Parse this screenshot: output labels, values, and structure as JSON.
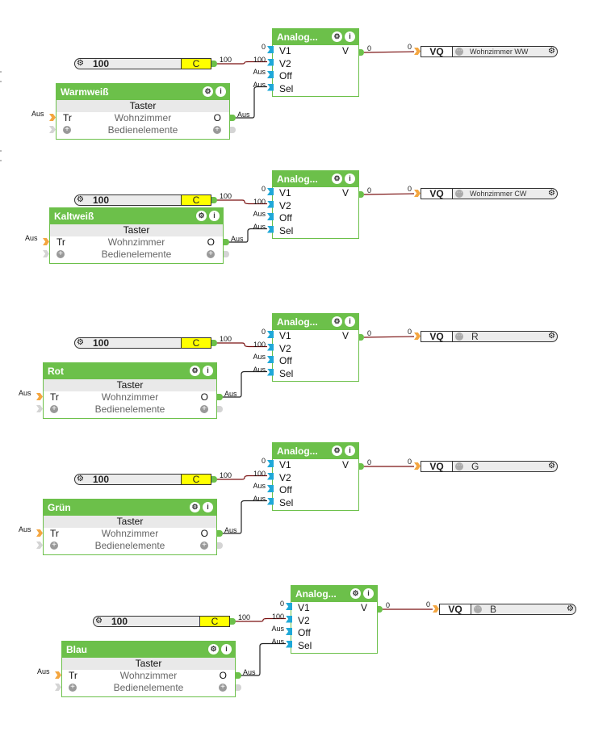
{
  "groups": [
    {
      "taster": {
        "title": "Warmweiß",
        "type": "Taster",
        "room": "Wohnzimmer",
        "section": "Bedienelemente",
        "in_label": "Tr",
        "out_label": "O",
        "in_value": "Aus",
        "out_value": "Aus"
      },
      "constant": {
        "value": "100",
        "type_label": "C",
        "out_value": "100"
      },
      "analog": {
        "title": "Analog...",
        "inputs": [
          {
            "name": "V1",
            "value": "0"
          },
          {
            "name": "V2",
            "value": "100"
          },
          {
            "name": "Off",
            "value": "Aus"
          },
          {
            "name": "Sel",
            "value": "Aus"
          }
        ],
        "output": "V",
        "out_value": "0"
      },
      "vq": {
        "label": "VQ",
        "in_value": "0",
        "name": "Wohnzimmer WW"
      }
    },
    {
      "taster": {
        "title": "Kaltweiß",
        "type": "Taster",
        "room": "Wohnzimmer",
        "section": "Bedienelemente",
        "in_label": "Tr",
        "out_label": "O",
        "in_value": "Aus",
        "out_value": "Aus"
      },
      "constant": {
        "value": "100",
        "type_label": "C",
        "out_value": "100"
      },
      "analog": {
        "title": "Analog...",
        "inputs": [
          {
            "name": "V1",
            "value": "0"
          },
          {
            "name": "V2",
            "value": "100"
          },
          {
            "name": "Off",
            "value": "Aus"
          },
          {
            "name": "Sel",
            "value": "Aus"
          }
        ],
        "output": "V",
        "out_value": "0"
      },
      "vq": {
        "label": "VQ",
        "in_value": "0",
        "name": "Wohnzimmer CW"
      }
    },
    {
      "taster": {
        "title": "Rot",
        "type": "Taster",
        "room": "Wohnzimmer",
        "section": "Bedienelemente",
        "in_label": "Tr",
        "out_label": "O",
        "in_value": "Aus",
        "out_value": "Aus"
      },
      "constant": {
        "value": "100",
        "type_label": "C",
        "out_value": "100"
      },
      "analog": {
        "title": "Analog...",
        "inputs": [
          {
            "name": "V1",
            "value": "0"
          },
          {
            "name": "V2",
            "value": "100"
          },
          {
            "name": "Off",
            "value": "Aus"
          },
          {
            "name": "Sel",
            "value": "Aus"
          }
        ],
        "output": "V",
        "out_value": "0"
      },
      "vq": {
        "label": "VQ",
        "in_value": "0",
        "name": "R"
      }
    },
    {
      "taster": {
        "title": "Grün",
        "type": "Taster",
        "room": "Wohnzimmer",
        "section": "Bedienelemente",
        "in_label": "Tr",
        "out_label": "O",
        "in_value": "Aus",
        "out_value": "Aus"
      },
      "constant": {
        "value": "100",
        "type_label": "C",
        "out_value": "100"
      },
      "analog": {
        "title": "Analog...",
        "inputs": [
          {
            "name": "V1",
            "value": "0"
          },
          {
            "name": "V2",
            "value": "100"
          },
          {
            "name": "Off",
            "value": "Aus"
          },
          {
            "name": "Sel",
            "value": "Aus"
          }
        ],
        "output": "V",
        "out_value": "0"
      },
      "vq": {
        "label": "VQ",
        "in_value": "0",
        "name": "G"
      }
    },
    {
      "taster": {
        "title": "Blau",
        "type": "Taster",
        "room": "Wohnzimmer",
        "section": "Bedienelemente",
        "in_label": "Tr",
        "out_label": "O",
        "in_value": "Aus",
        "out_value": "Aus"
      },
      "constant": {
        "value": "100",
        "type_label": "C",
        "out_value": "100"
      },
      "analog": {
        "title": "Analog...",
        "inputs": [
          {
            "name": "V1",
            "value": "0"
          },
          {
            "name": "V2",
            "value": "100"
          },
          {
            "name": "Off",
            "value": "Aus"
          },
          {
            "name": "Sel",
            "value": "Aus"
          }
        ],
        "output": "V",
        "out_value": "0"
      },
      "vq": {
        "label": "VQ",
        "in_value": "0",
        "name": "B"
      }
    }
  ],
  "colors": {
    "block_green": "#6cc04a",
    "port_cyan": "#1fa8d8",
    "port_orange": "#f4a640",
    "constant_yellow": "#ffff00",
    "wire_value": "#7a1010",
    "wire_binary": "#222222"
  },
  "icons": {
    "gear": "⚙",
    "info": "i",
    "plus": "+",
    "dots": "···"
  }
}
